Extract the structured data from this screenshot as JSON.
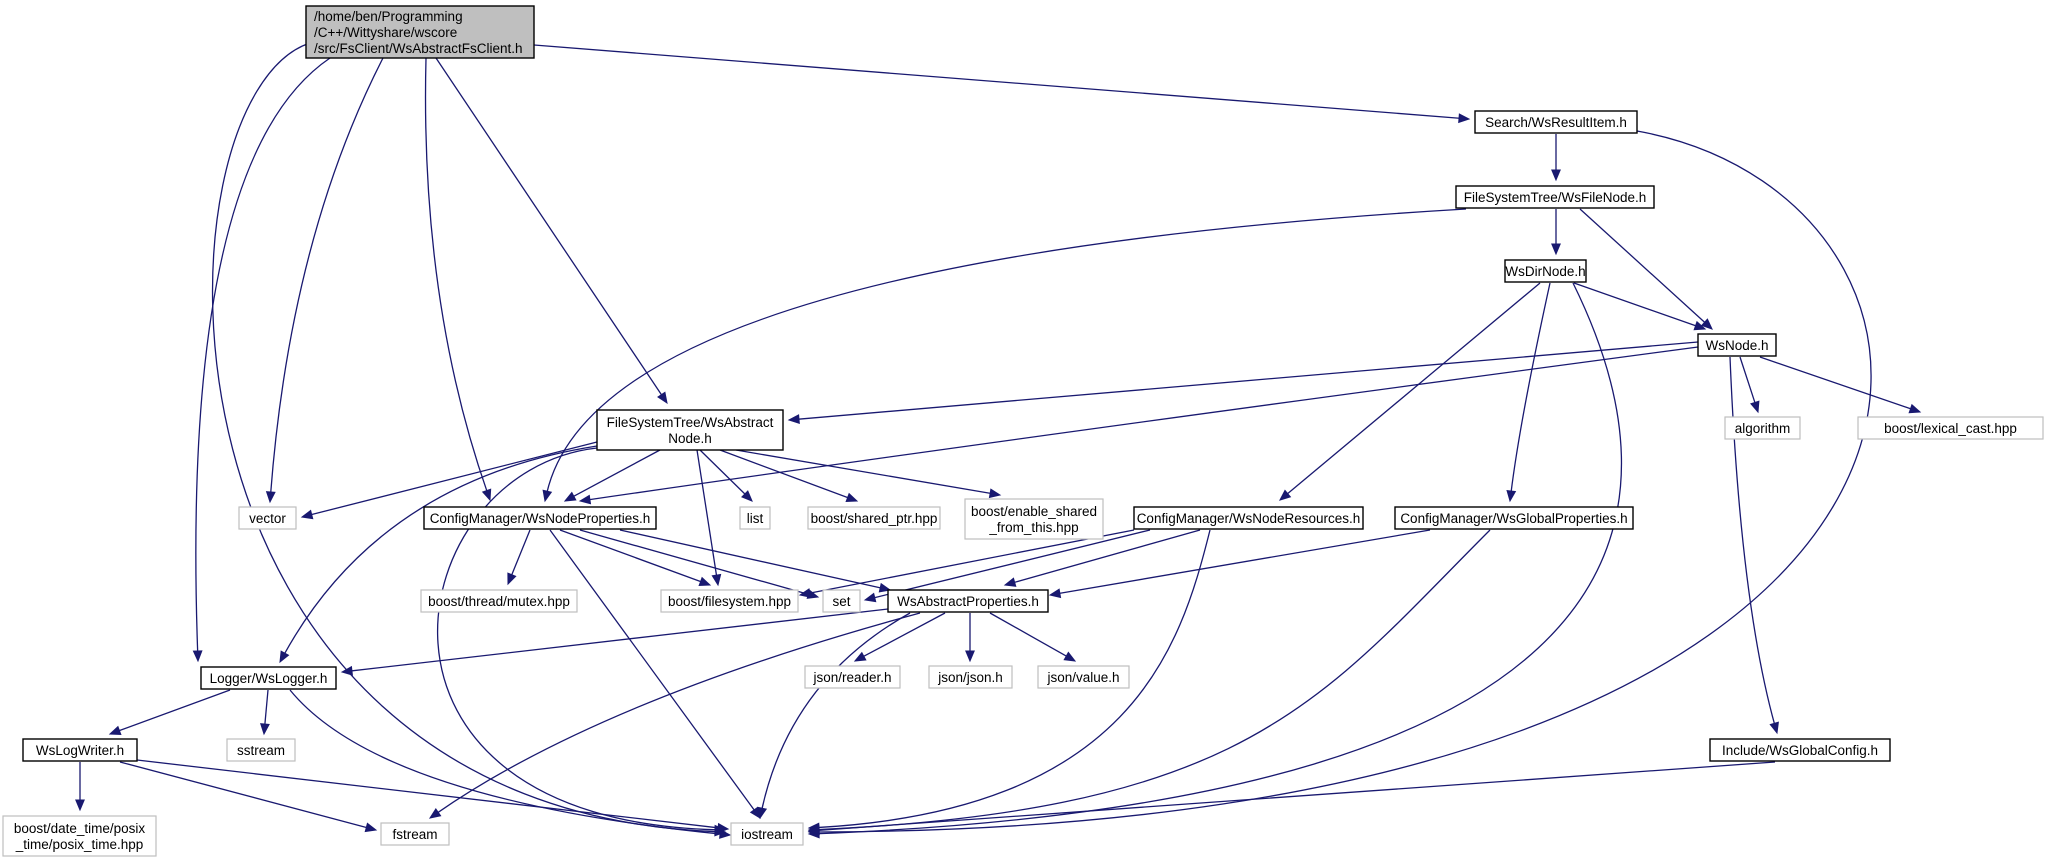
{
  "diagram": {
    "title": "",
    "colors": {
      "edge": "#191970",
      "root_fill": "#bfbfbf",
      "node_border": "#000000",
      "system_border": "#bfbfbf"
    },
    "nodes": [
      {
        "id": "root",
        "kind": "root",
        "lines": [
          "/home/ben/Programming",
          "/C++/Wittyshare/wscore",
          "/src/FsClient/WsAbstractFsClient.h"
        ]
      },
      {
        "id": "resultitem",
        "kind": "file",
        "lines": [
          "Search/WsResultItem.h"
        ]
      },
      {
        "id": "filenode",
        "kind": "file",
        "lines": [
          "FileSystemTree/WsFileNode.h"
        ]
      },
      {
        "id": "dirnode",
        "kind": "file",
        "lines": [
          "WsDirNode.h"
        ]
      },
      {
        "id": "wsnode",
        "kind": "file",
        "lines": [
          "WsNode.h"
        ]
      },
      {
        "id": "absnode",
        "kind": "file",
        "lines": [
          "FileSystemTree/WsAbstract",
          "Node.h"
        ]
      },
      {
        "id": "algorithm",
        "kind": "system",
        "lines": [
          "algorithm"
        ]
      },
      {
        "id": "lexical",
        "kind": "system",
        "lines": [
          "boost/lexical_cast.hpp"
        ]
      },
      {
        "id": "vector",
        "kind": "system",
        "lines": [
          "vector"
        ]
      },
      {
        "id": "nodeprops",
        "kind": "file",
        "lines": [
          "ConfigManager/WsNodeProperties.h"
        ]
      },
      {
        "id": "list",
        "kind": "system",
        "lines": [
          "list"
        ]
      },
      {
        "id": "sharedptr",
        "kind": "system",
        "lines": [
          "boost/shared_ptr.hpp"
        ]
      },
      {
        "id": "enableshared",
        "kind": "system",
        "lines": [
          "boost/enable_shared",
          "_from_this.hpp"
        ]
      },
      {
        "id": "noderes",
        "kind": "file",
        "lines": [
          "ConfigManager/WsNodeResources.h"
        ]
      },
      {
        "id": "globalprops",
        "kind": "file",
        "lines": [
          "ConfigManager/WsGlobalProperties.h"
        ]
      },
      {
        "id": "mutex",
        "kind": "system",
        "lines": [
          "boost/thread/mutex.hpp"
        ]
      },
      {
        "id": "filesystem",
        "kind": "system",
        "lines": [
          "boost/filesystem.hpp"
        ]
      },
      {
        "id": "set",
        "kind": "system",
        "lines": [
          "set"
        ]
      },
      {
        "id": "absprops",
        "kind": "file",
        "lines": [
          "WsAbstractProperties.h"
        ]
      },
      {
        "id": "logger",
        "kind": "file",
        "lines": [
          "Logger/WsLogger.h"
        ]
      },
      {
        "id": "jsonreader",
        "kind": "system",
        "lines": [
          "json/reader.h"
        ]
      },
      {
        "id": "jsonjson",
        "kind": "system",
        "lines": [
          "json/json.h"
        ]
      },
      {
        "id": "jsonvalue",
        "kind": "system",
        "lines": [
          "json/value.h"
        ]
      },
      {
        "id": "sstream",
        "kind": "system",
        "lines": [
          "sstream"
        ]
      },
      {
        "id": "logwriter",
        "kind": "file",
        "lines": [
          "WsLogWriter.h"
        ]
      },
      {
        "id": "globalconfig",
        "kind": "file",
        "lines": [
          "Include/WsGlobalConfig.h"
        ]
      },
      {
        "id": "posix",
        "kind": "system",
        "lines": [
          "boost/date_time/posix",
          "_time/posix_time.hpp"
        ]
      },
      {
        "id": "fstream",
        "kind": "system",
        "lines": [
          "fstream"
        ]
      },
      {
        "id": "iostream",
        "kind": "system",
        "lines": [
          "iostream"
        ]
      }
    ],
    "edges": [
      {
        "from": "root",
        "to": "resultitem"
      },
      {
        "from": "root",
        "to": "iostream"
      },
      {
        "from": "root",
        "to": "logger"
      },
      {
        "from": "root",
        "to": "vector"
      },
      {
        "from": "root",
        "to": "nodeprops"
      },
      {
        "from": "root",
        "to": "absnode"
      },
      {
        "from": "resultitem",
        "to": "filenode"
      },
      {
        "from": "resultitem",
        "to": "iostream"
      },
      {
        "from": "filenode",
        "to": "dirnode"
      },
      {
        "from": "filenode",
        "to": "wsnode"
      },
      {
        "from": "filenode",
        "to": "nodeprops"
      },
      {
        "from": "dirnode",
        "to": "wsnode"
      },
      {
        "from": "dirnode",
        "to": "noderes"
      },
      {
        "from": "dirnode",
        "to": "globalprops"
      },
      {
        "from": "dirnode",
        "to": "iostream"
      },
      {
        "from": "wsnode",
        "to": "absnode"
      },
      {
        "from": "wsnode",
        "to": "nodeprops"
      },
      {
        "from": "wsnode",
        "to": "algorithm"
      },
      {
        "from": "wsnode",
        "to": "lexical"
      },
      {
        "from": "wsnode",
        "to": "globalconfig"
      },
      {
        "from": "absnode",
        "to": "vector"
      },
      {
        "from": "absnode",
        "to": "nodeprops"
      },
      {
        "from": "absnode",
        "to": "list"
      },
      {
        "from": "absnode",
        "to": "sharedptr"
      },
      {
        "from": "absnode",
        "to": "enableshared"
      },
      {
        "from": "absnode",
        "to": "filesystem"
      },
      {
        "from": "absnode",
        "to": "logger"
      },
      {
        "from": "absnode",
        "to": "iostream"
      },
      {
        "from": "nodeprops",
        "to": "mutex"
      },
      {
        "from": "nodeprops",
        "to": "filesystem"
      },
      {
        "from": "nodeprops",
        "to": "set"
      },
      {
        "from": "nodeprops",
        "to": "absprops"
      },
      {
        "from": "nodeprops",
        "to": "iostream"
      },
      {
        "from": "noderes",
        "to": "filesystem"
      },
      {
        "from": "noderes",
        "to": "set"
      },
      {
        "from": "noderes",
        "to": "absprops"
      },
      {
        "from": "noderes",
        "to": "iostream"
      },
      {
        "from": "globalprops",
        "to": "absprops"
      },
      {
        "from": "globalprops",
        "to": "iostream"
      },
      {
        "from": "absprops",
        "to": "logger"
      },
      {
        "from": "absprops",
        "to": "jsonreader"
      },
      {
        "from": "absprops",
        "to": "jsonjson"
      },
      {
        "from": "absprops",
        "to": "jsonvalue"
      },
      {
        "from": "absprops",
        "to": "fstream"
      },
      {
        "from": "absprops",
        "to": "iostream"
      },
      {
        "from": "logger",
        "to": "logwriter"
      },
      {
        "from": "logger",
        "to": "sstream"
      },
      {
        "from": "logger",
        "to": "iostream"
      },
      {
        "from": "logwriter",
        "to": "posix"
      },
      {
        "from": "logwriter",
        "to": "fstream"
      },
      {
        "from": "logwriter",
        "to": "iostream"
      },
      {
        "from": "globalconfig",
        "to": "iostream"
      }
    ]
  }
}
